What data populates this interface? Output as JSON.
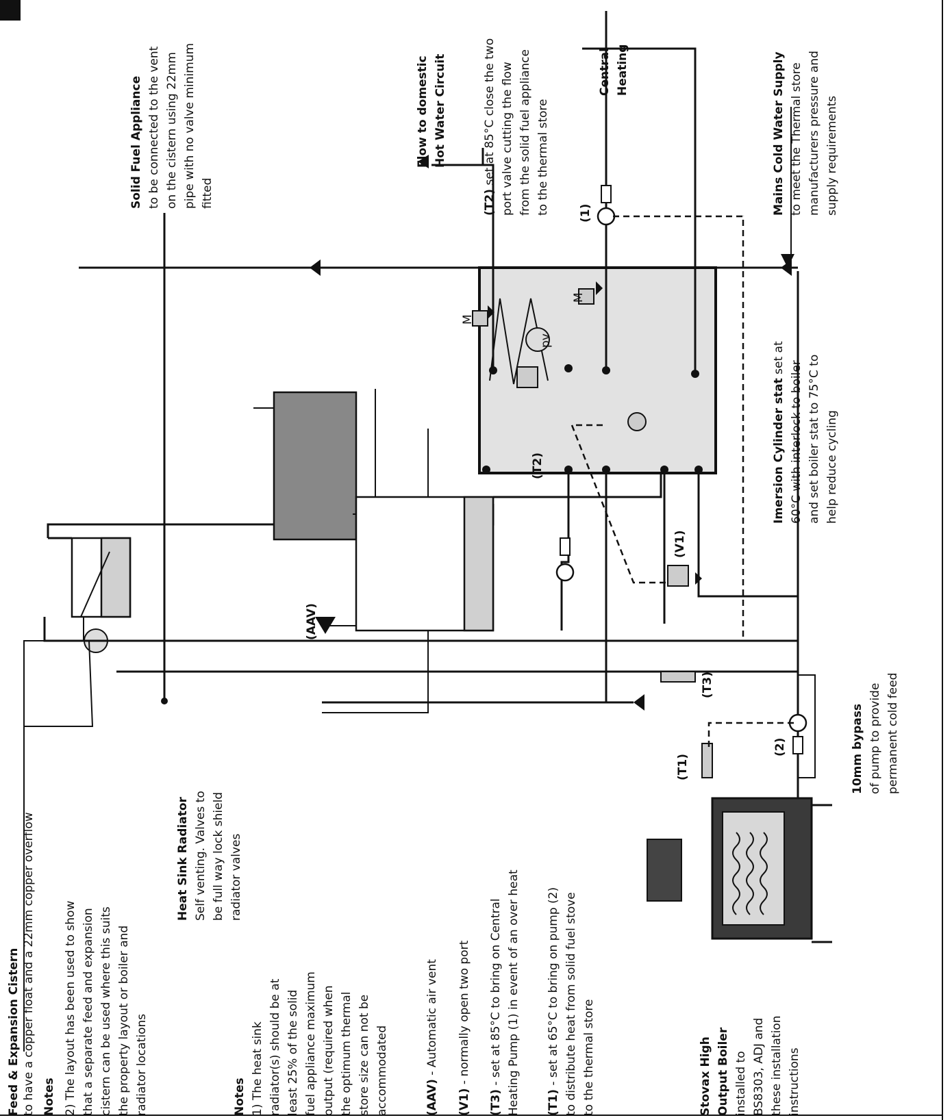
{
  "colors": {
    "store_fill": "#e2e2e2",
    "radiator_fill": "#888888",
    "stove_fill": "#3a3a3a",
    "background": "#ffffff",
    "ink": "#111111"
  },
  "labels": {
    "feed_cistern_title": "Feed & Expansion Cistern",
    "feed_cistern_text": "to have a copper float and a 22mm copper overflow",
    "notes_title": "Notes",
    "notes_2_lines": [
      "2) The layout has been used to show",
      "that a separate feed and expansion",
      "cistern can be used where this suits",
      "the property layout or boiler and",
      "radiator locations"
    ],
    "notes_b_title": "Notes",
    "notes_1_lines": [
      "1) The heat sink",
      "radiator(s) should be at",
      "least 25% of the solid",
      "fuel appliance maximum",
      "output (required when",
      "the optimum thermal",
      "store size can not be",
      "accommodated"
    ],
    "heat_sink_title": "Heat Sink Radiator",
    "heat_sink_lines": [
      "Self venting. Valves to",
      "be full way lock shield",
      "radiator valves"
    ],
    "aav_key": "(AAV)",
    "aav_text": " - Automatic air vent",
    "v1_key": "(V1)",
    "v1_text": " - normally open two port",
    "t3_key": "(T3)",
    "t3_text_1": " - set at 85°C to bring on Central",
    "t3_text_2": "Heating Pump (1) in event of an over heat",
    "t1_key": "(T1)",
    "t1_text_1": " - set at 65°C to bring on pump (2)",
    "t1_text_2": "to distribute heat from solid fuel stove",
    "t1_text_3": "to the thermal store",
    "stovax_title_1": "Stovax High",
    "stovax_title_2": "Output Boiler",
    "stovax_lines": [
      "installed to",
      "BS8303, ADJ and",
      "these installation",
      "instructions"
    ],
    "bypass_title": "10mm bypass",
    "bypass_lines": [
      "of pump to provide",
      "permanent cold feed"
    ],
    "immersion_title": "Imersion Cylinder stat",
    "immersion_text_1": " set at",
    "immersion_lines": [
      "60°C with interlock to boiler",
      "and set boiler stat to 75°C to",
      "help reduce cycling"
    ],
    "mains_title": "Mains Cold Water Supply",
    "mains_lines": [
      "to meet the Thermal store",
      "manufacturers pressure and",
      "supply requirements"
    ],
    "central_1": "Central",
    "central_2": "Heating",
    "t2_key": "(T2)",
    "t2_text_1": " set at 85°C close the two",
    "t2_lines": [
      "port valve cutting the flow",
      "from the solid fuel appliance",
      "to the thermal store"
    ],
    "flow_1": "Flow to domestic",
    "flow_2": "Hot Water Circuit",
    "sfa_title": "Solid Fuel Appliance",
    "sfa_lines": [
      "to be connected to the vent",
      "on the cistern using 22mm",
      "pipe with no valve minimum",
      "fitted"
    ]
  },
  "component_labels": {
    "aav": "(AAV)",
    "v1": "(V1)",
    "t2": "(T2)",
    "t3": "(T3)",
    "t1": "(T1)",
    "pump1": "(1)",
    "pump2": "(2)",
    "pv": "pv",
    "motor_a": "M",
    "motor_b": "M"
  }
}
